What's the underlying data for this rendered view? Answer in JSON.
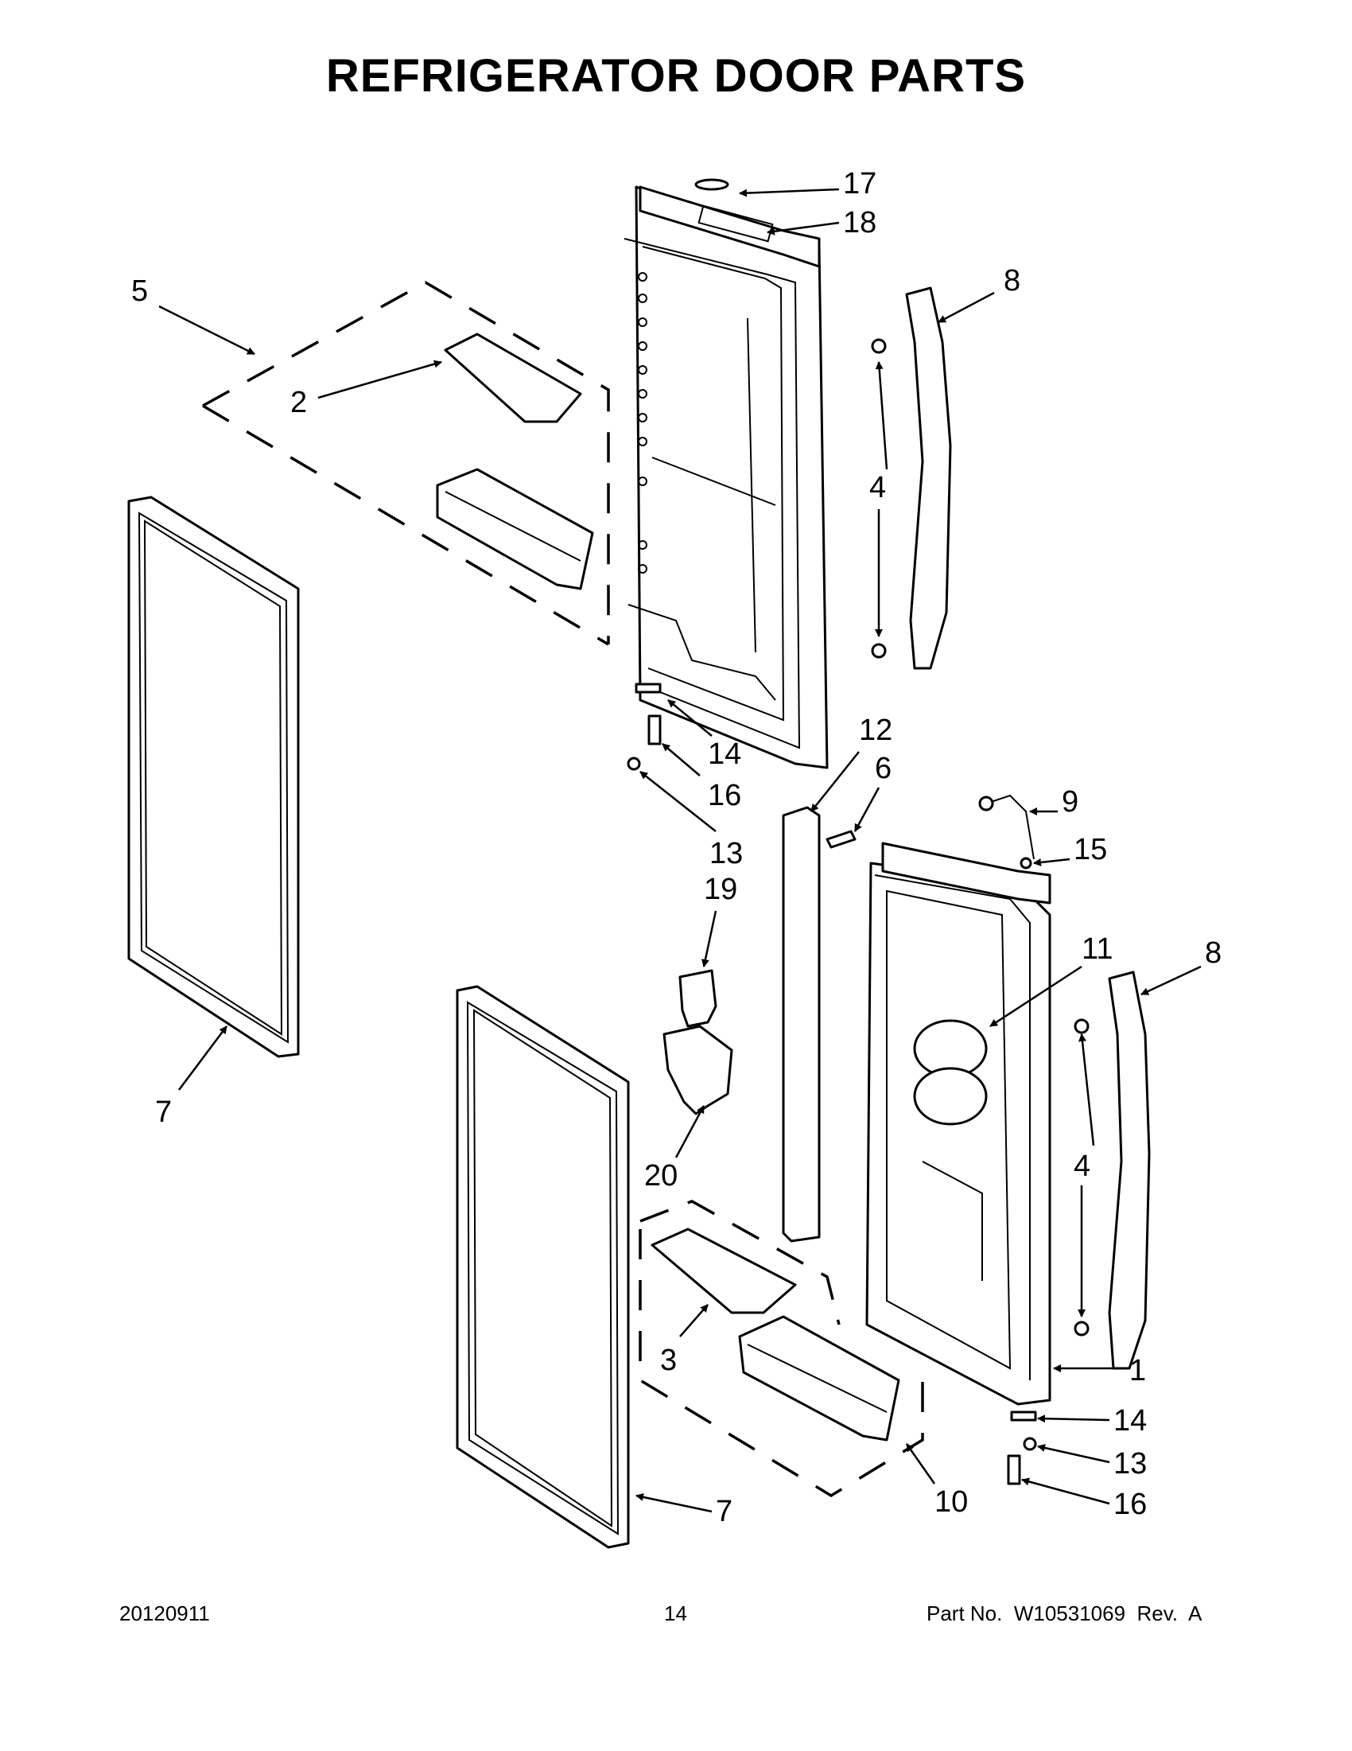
{
  "title": "REFRIGERATOR DOOR PARTS",
  "callouts": {
    "c1": "1",
    "c2": "2",
    "c3": "3",
    "c4a": "4",
    "c4b": "4",
    "c5": "5",
    "c6": "6",
    "c7a": "7",
    "c7b": "7",
    "c8a": "8",
    "c8b": "8",
    "c9": "9",
    "c10": "10",
    "c11": "11",
    "c12": "12",
    "c13a": "13",
    "c13b": "13",
    "c14a": "14",
    "c14b": "14",
    "c15": "15",
    "c16a": "16",
    "c16b": "16",
    "c17": "17",
    "c18": "18",
    "c19": "19",
    "c20": "20"
  },
  "footer": {
    "date": "20120911",
    "page": "14",
    "part_no": "Part No.  W10531069  Rev.  A"
  }
}
